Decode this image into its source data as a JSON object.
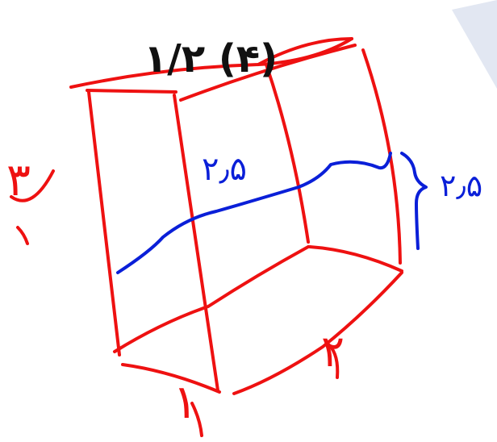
{
  "title": "۱/۲ (۴)",
  "labels": {
    "water_height": "۲٫۵",
    "side_height": "۲٫۵",
    "tank_height": "۳",
    "tank_length": "۲",
    "tank_width": "۱"
  },
  "colors": {
    "edges": "#ee1111",
    "water": "#0a1fd8",
    "title": "#111111",
    "watermark": "#cdd6ea"
  }
}
